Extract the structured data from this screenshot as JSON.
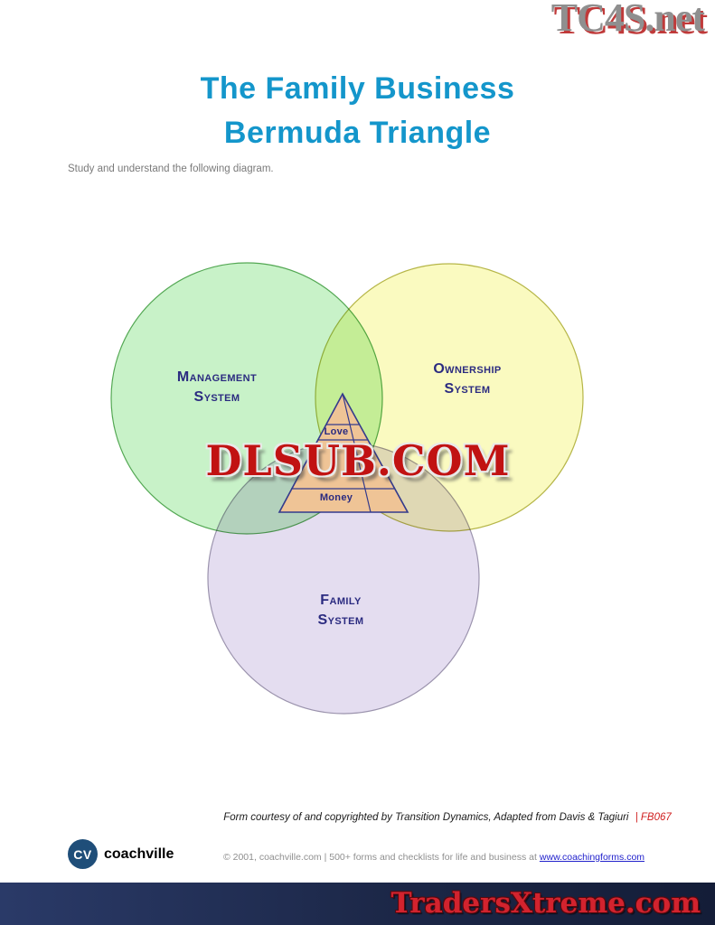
{
  "colors": {
    "title_blue": "#1496cb",
    "label_navy": "#2b2b80",
    "circle_management_fill": "#c8f2c8",
    "circle_management_stroke": "#54a854",
    "circle_ownership_fill": "#fafac0",
    "circle_ownership_stroke": "#b6b648",
    "circle_family_fill": "#e4ddf0",
    "circle_family_stroke": "#9b93ad",
    "pyramid_fill": "#efc496",
    "pyramid_stroke": "#333a8c",
    "center_watermark_red": "#c11212",
    "footer_bar_navy": "#1c2747",
    "traders_red": "#d2232e",
    "logo_navy": "#1f4e79"
  },
  "header": {
    "site_watermark": "TC4S.net",
    "title_line1": "The Family Business",
    "title_line2": "Bermuda Triangle",
    "instruction": "Study and understand the following diagram."
  },
  "diagram": {
    "management": {
      "line1": "Management",
      "line2": "System"
    },
    "ownership": {
      "line1": "Ownership",
      "line2": "System"
    },
    "family": {
      "line1": "Family",
      "line2": "System"
    },
    "pyramid": {
      "top_label": "Love",
      "bottom_label": "Money"
    },
    "center_watermark": "DLSUB.COM"
  },
  "footer": {
    "courtesy_text": "Form courtesy of and copyrighted by Transition Dynamics, Adapted from Davis & Tagiuri",
    "form_code": "| FB067",
    "logo_monogram": "CV",
    "brand_name": "coachville",
    "copyright_text": "© 2001, coachville.com | 500+ forms and checklists for life and business at",
    "copyright_link": "www.coachingforms.com",
    "bottom_watermark": "TradersXtreme.com"
  }
}
